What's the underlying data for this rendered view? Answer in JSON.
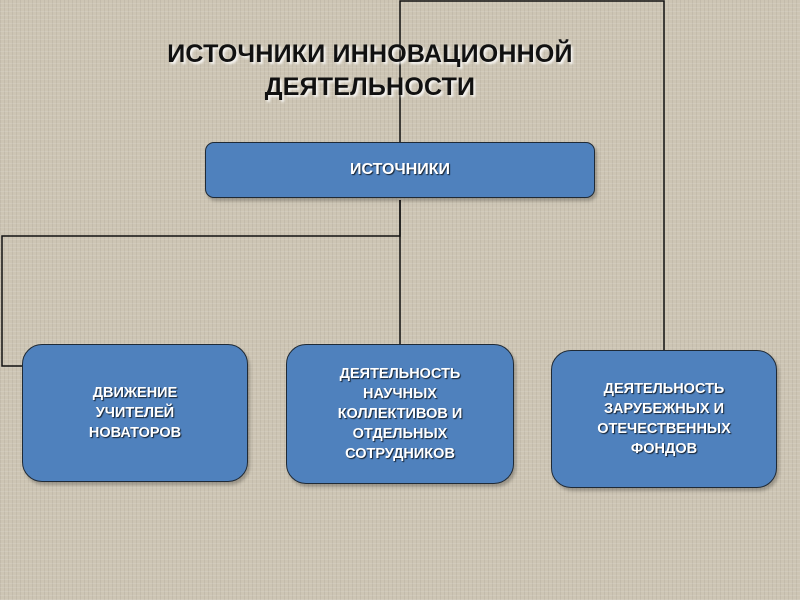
{
  "title": {
    "line1": "ИСТОЧНИКИ ИННОВАЦИОННОЙ",
    "line2": "ДЕЯТЕЛЬНОСТИ"
  },
  "root": {
    "label": "ИСТОЧНИКИ"
  },
  "sources": [
    {
      "line1": "ДВИЖЕНИЕ",
      "line2": "УЧИТЕЛЕЙ",
      "line3": "НОВАТОРОВ"
    },
    {
      "line1": "ДЕЯТЕЛЬНОСТЬ",
      "line2": "НАУЧНЫХ",
      "line3": "КОЛЛЕКТИВОВ И",
      "line4": "ОТДЕЛЬНЫХ",
      "line5": "СОТРУДНИКОВ"
    },
    {
      "line1": "ДЕЯТЕЛЬНОСТЬ",
      "line2": "ЗАРУБЕЖНЫХ И",
      "line3": "ОТЕЧЕСТВЕННЫХ",
      "line4": "ФОНДОВ"
    }
  ],
  "colors": {
    "background": "#cdc5b4",
    "box_fill": "#4f81bd",
    "box_border": "#1f2a36",
    "connector": "#111111",
    "box_text": "#ffffff",
    "title_text": "#111111"
  }
}
